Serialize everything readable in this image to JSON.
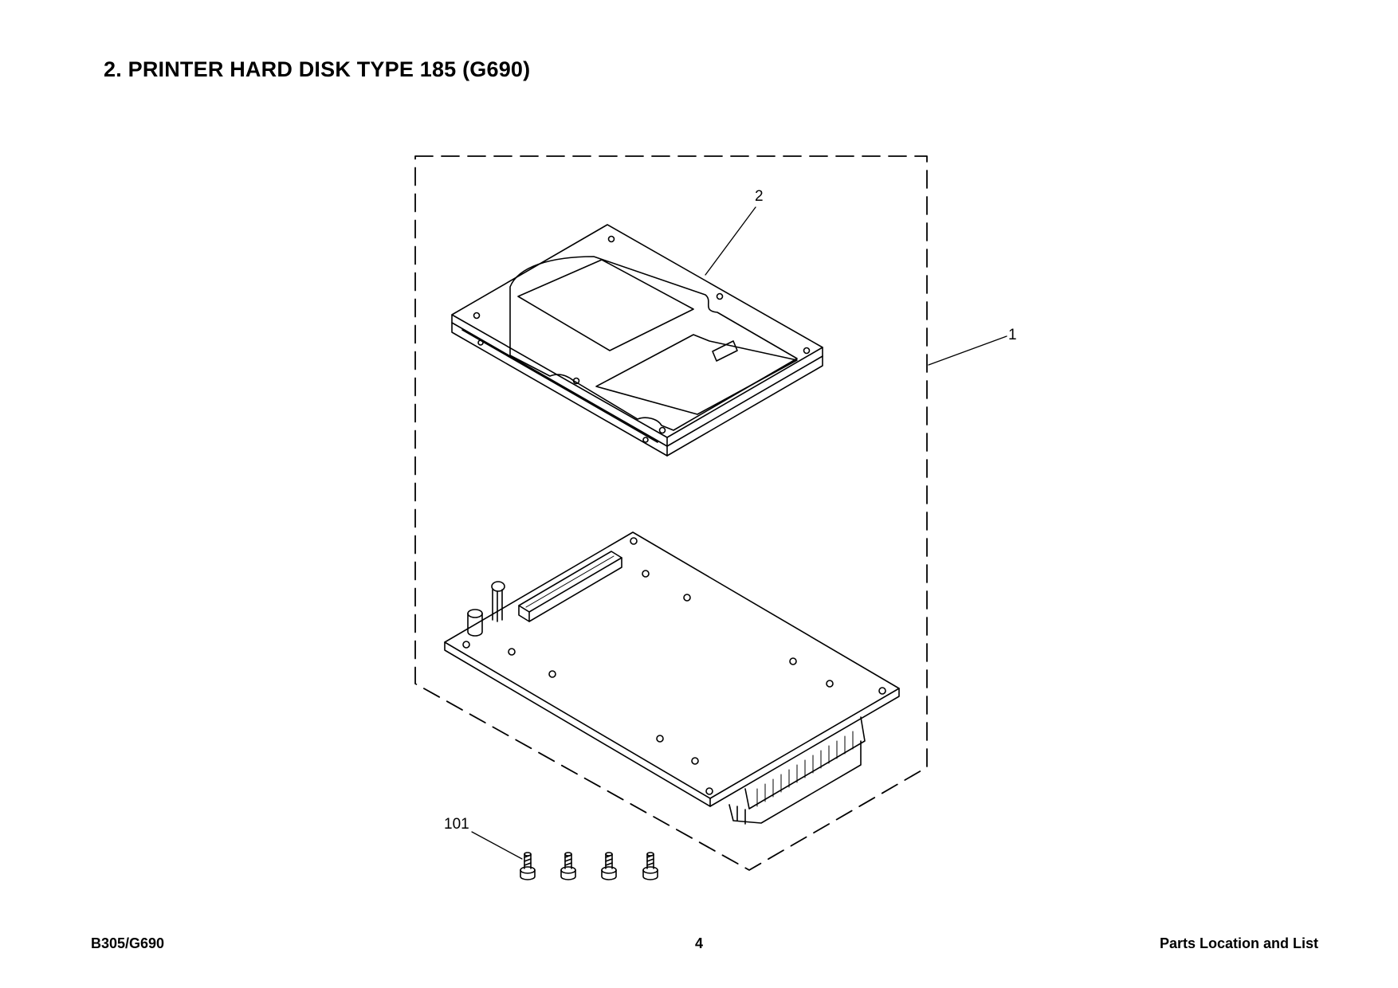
{
  "page": {
    "title": "2. PRINTER HARD DISK TYPE 185 (G690)"
  },
  "diagram": {
    "callouts": [
      {
        "id": "callout-1",
        "label": "1"
      },
      {
        "id": "callout-2",
        "label": "2"
      },
      {
        "id": "callout-101",
        "label": "101"
      }
    ]
  },
  "footer": {
    "left": "B305/G690",
    "center": "4",
    "right": "Parts Location and List"
  }
}
